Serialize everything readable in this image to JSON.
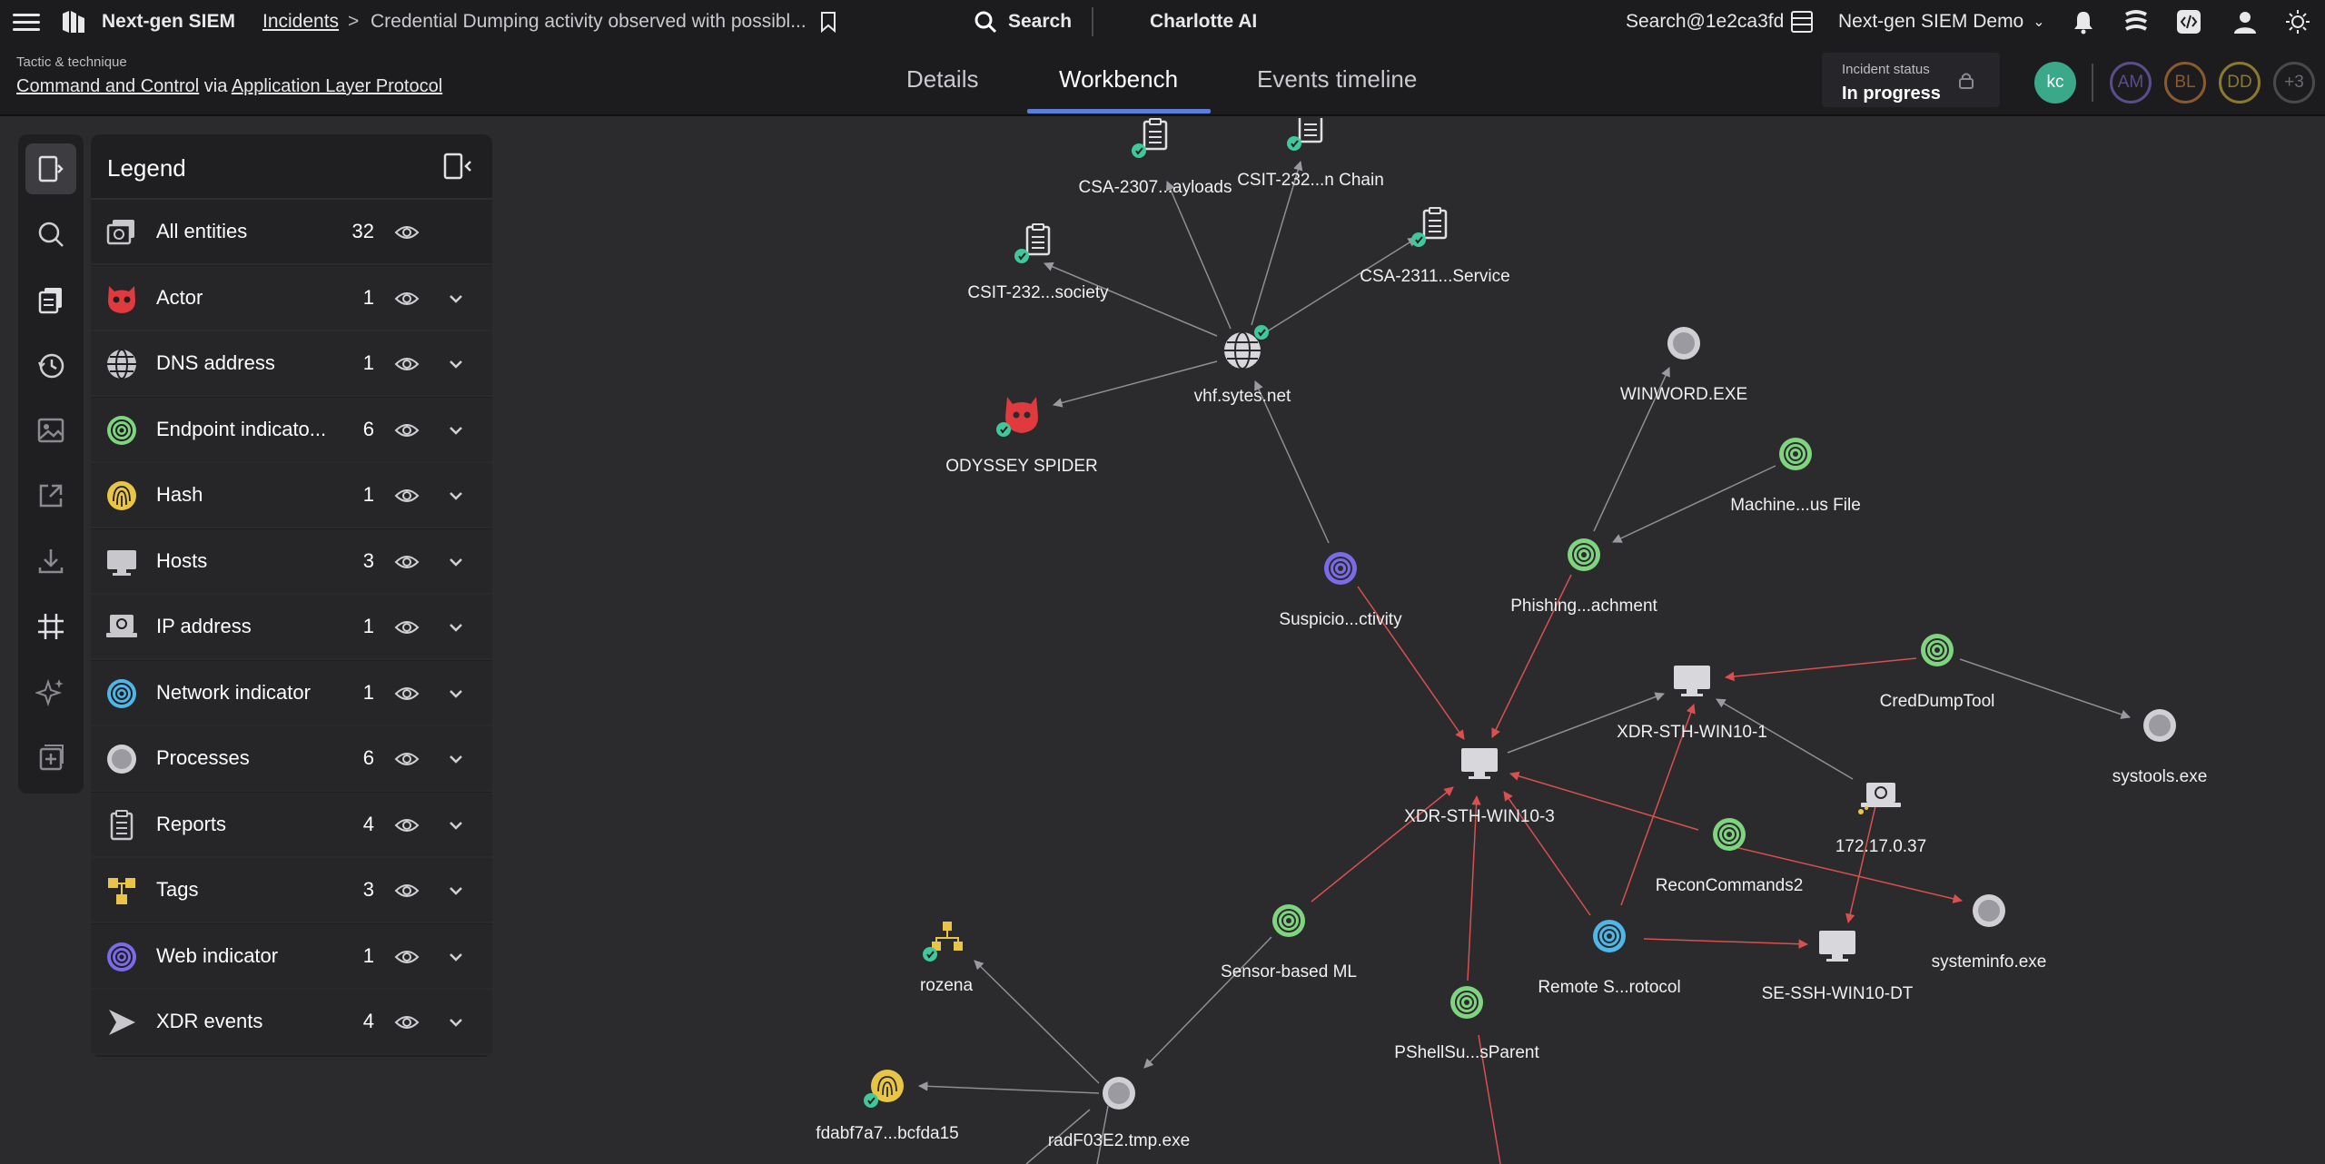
{
  "topbar": {
    "brand": "Next-gen SIEM",
    "breadcrumb_link": "Incidents",
    "breadcrumb_sep": ">",
    "incident_title": "Credential Dumping activity observed with possibl...",
    "search_label": "Search",
    "charlotte_label": "Charlotte AI",
    "user": "Search@1e2ca3fd",
    "workspace": "Next-gen SIEM Demo"
  },
  "subbar": {
    "tactic_label": "Tactic & technique",
    "tactic": "Command and Control",
    "via": "via",
    "technique": "Application Layer Protocol",
    "tabs": [
      {
        "label": "Details"
      },
      {
        "label": "Workbench"
      },
      {
        "label": "Events timeline"
      }
    ],
    "active_tab": "Workbench",
    "status_label": "Incident status",
    "status_value": "In progress",
    "avatars": [
      {
        "initials": "kc",
        "color": "#3aa889"
      },
      {
        "initials": "AM",
        "color": "#5b4d8c"
      },
      {
        "initials": "BL",
        "color": "#8a5a2c"
      },
      {
        "initials": "DD",
        "color": "#8a7a2c"
      },
      {
        "initials": "+3",
        "color": "#3a3a3e"
      }
    ]
  },
  "legend": {
    "title": "Legend",
    "rows": [
      {
        "label": "All entities",
        "count": "32",
        "icon": "all-entities-icon"
      },
      {
        "label": "Actor",
        "count": "1",
        "icon": "actor-icon",
        "color": "#e0393e"
      },
      {
        "label": "DNS address",
        "count": "1",
        "icon": "globe-icon",
        "color": "#c8c8cc"
      },
      {
        "label": "Endpoint indicato...",
        "count": "6",
        "icon": "endpoint-indicator-icon",
        "color": "#7fd47f"
      },
      {
        "label": "Hash",
        "count": "1",
        "icon": "fingerprint-icon",
        "color": "#e8c547"
      },
      {
        "label": "Hosts",
        "count": "3",
        "icon": "monitor-icon",
        "color": "#c8c8cc"
      },
      {
        "label": "IP address",
        "count": "1",
        "icon": "ip-address-icon",
        "color": "#c8c8cc"
      },
      {
        "label": "Network indicator",
        "count": "1",
        "icon": "network-indicator-icon",
        "color": "#4fb6e8"
      },
      {
        "label": "Processes",
        "count": "6",
        "icon": "process-icon",
        "color": "#c8c8cc"
      },
      {
        "label": "Reports",
        "count": "4",
        "icon": "report-icon",
        "color": "#c8c8cc"
      },
      {
        "label": "Tags",
        "count": "3",
        "icon": "tag-icon",
        "color": "#e8c547"
      },
      {
        "label": "Web indicator",
        "count": "1",
        "icon": "web-indicator-icon",
        "color": "#7b6be8"
      },
      {
        "label": "XDR events",
        "count": "4",
        "icon": "xdr-events-icon",
        "color": "#c8c8cc"
      }
    ]
  },
  "graph": {
    "nodes": [
      {
        "id": "csa2307",
        "label": "CSA-2307...ayloads",
        "type": "report"
      },
      {
        "id": "csit232chain",
        "label": "CSIT-232...n Chain",
        "type": "report"
      },
      {
        "id": "csit232soc",
        "label": "CSIT-232...society",
        "type": "report"
      },
      {
        "id": "csa2311",
        "label": "CSA-2311...Service",
        "type": "report"
      },
      {
        "id": "vhf",
        "label": "vhf.sytes.net",
        "type": "dns"
      },
      {
        "id": "odyssey",
        "label": "ODYSSEY SPIDER",
        "type": "actor"
      },
      {
        "id": "winword",
        "label": "WINWORD.EXE",
        "type": "process"
      },
      {
        "id": "machine",
        "label": "Machine...us File",
        "type": "endpoint"
      },
      {
        "id": "suspicio",
        "label": "Suspicio...ctivity",
        "type": "web"
      },
      {
        "id": "phishing",
        "label": "Phishing...achment",
        "type": "endpoint"
      },
      {
        "id": "credump",
        "label": "CredDumpTool",
        "type": "endpoint"
      },
      {
        "id": "xdr1",
        "label": "XDR-STH-WIN10-1",
        "type": "host"
      },
      {
        "id": "systools",
        "label": "systools.exe",
        "type": "process"
      },
      {
        "id": "xdr3",
        "label": "XDR-STH-WIN10-3",
        "type": "host"
      },
      {
        "id": "ip",
        "label": "172.17.0.37",
        "type": "ip"
      },
      {
        "id": "recon",
        "label": "ReconCommands2",
        "type": "endpoint"
      },
      {
        "id": "systeminfo",
        "label": "systeminfo.exe",
        "type": "process"
      },
      {
        "id": "rozena",
        "label": "rozena",
        "type": "tag"
      },
      {
        "id": "sensor",
        "label": "Sensor-based ML",
        "type": "endpoint"
      },
      {
        "id": "remote",
        "label": "Remote S...rotocol",
        "type": "network"
      },
      {
        "id": "sessh",
        "label": "SE-SSH-WIN10-DT",
        "type": "host"
      },
      {
        "id": "pshell",
        "label": "PShellSu...sParent",
        "type": "endpoint"
      },
      {
        "id": "hash",
        "label": "fdabf7a7...bcfda15",
        "type": "hash"
      },
      {
        "id": "radf",
        "label": "radF03E2.tmp.exe",
        "type": "process"
      }
    ]
  },
  "colors": {
    "accent": "#5b7ddc",
    "edge_normal": "#9a9aa0",
    "edge_alert": "#d9504f",
    "badge": "#3fc99a"
  }
}
